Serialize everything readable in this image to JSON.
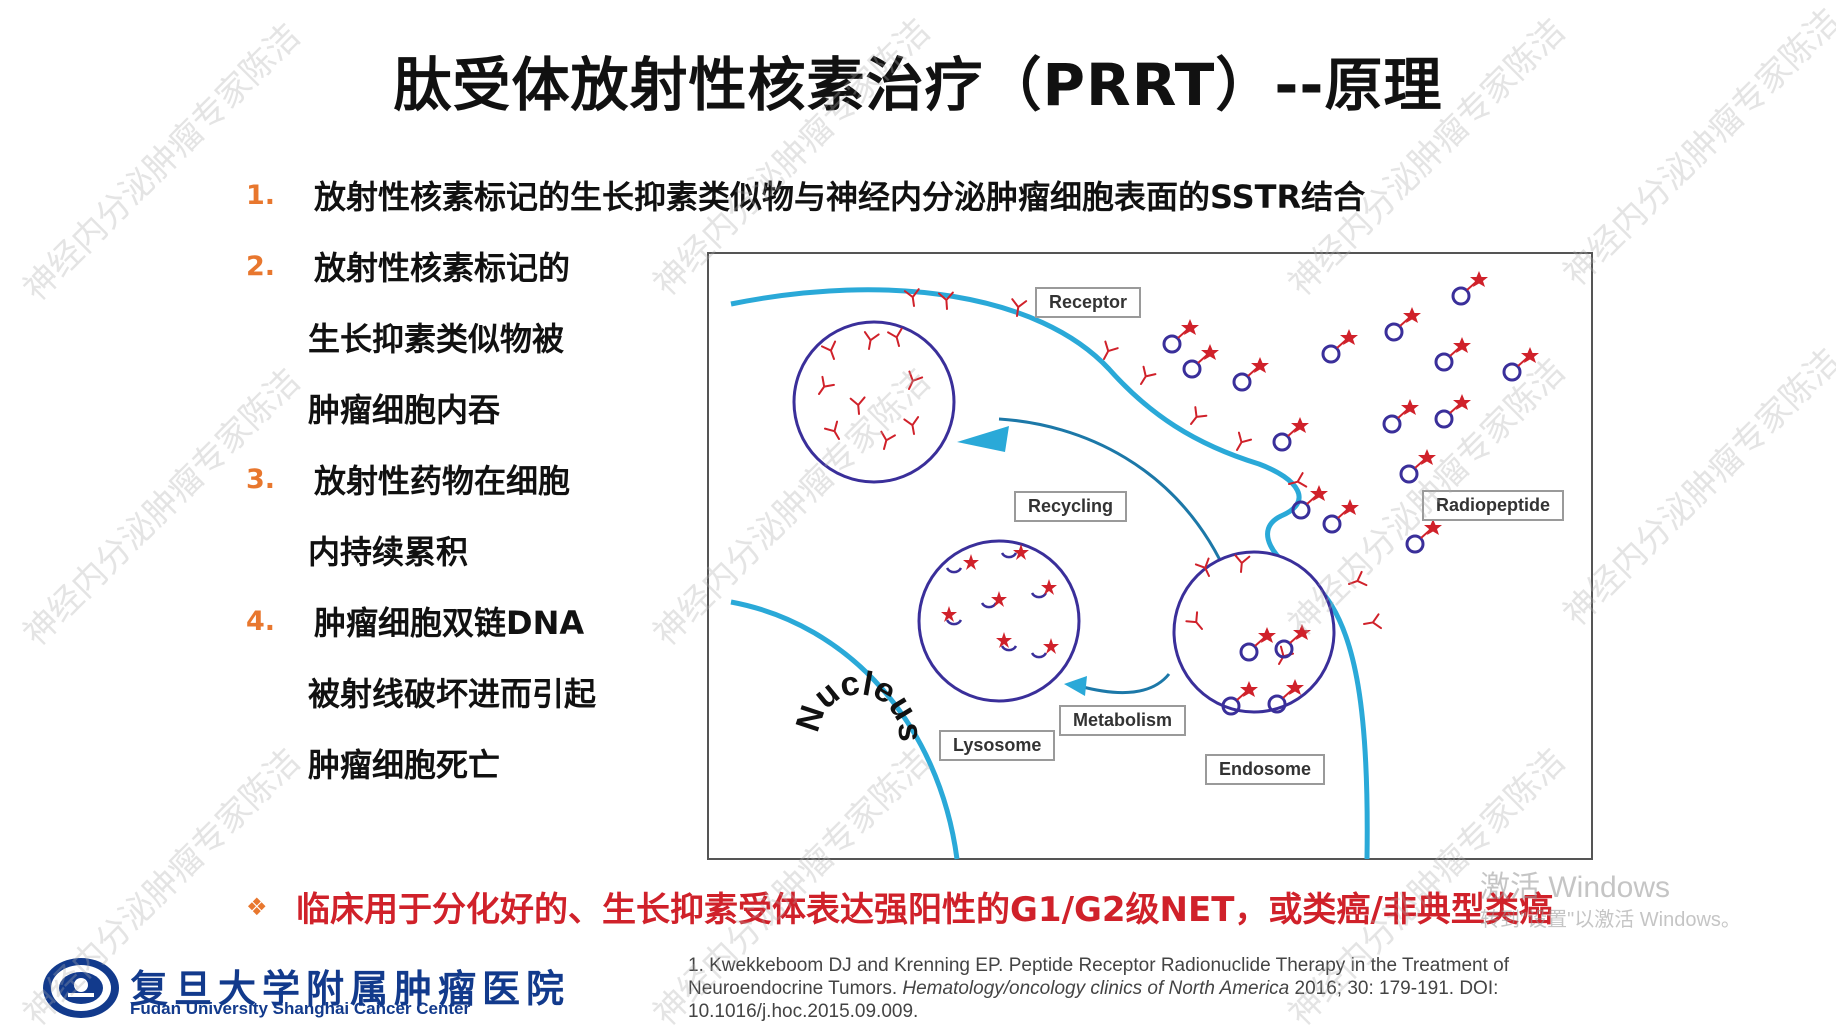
{
  "title": "肽受体放射性核素治疗（PRRT）--原理",
  "points": [
    {
      "num": "1.",
      "lines": [
        "放射性核素标记的生长抑素类似物与神经内分泌肿瘤细胞表面的SSTR结合"
      ]
    },
    {
      "num": "2.",
      "lines": [
        "放射性核素标记的",
        "生长抑素类似物被",
        "肿瘤细胞内吞"
      ]
    },
    {
      "num": "3.",
      "lines": [
        "放射性药物在细胞",
        "内持续累积"
      ]
    },
    {
      "num": "4.",
      "lines": [
        "肿瘤细胞双链DNA",
        "被射线破坏进而引起",
        "肿瘤细胞死亡"
      ]
    }
  ],
  "diagram": {
    "labels": {
      "receptor": "Receptor",
      "recycling": "Recycling",
      "radiopeptide": "Radiopeptide",
      "metabolism": "Metabolism",
      "lysosome": "Lysosome",
      "endosome": "Endosome",
      "nucleus": "Nucleus"
    },
    "colors": {
      "membrane": "#2aa9d8",
      "receptor": "#d0212a",
      "vesicle": "#3a2f9a",
      "star": "#d0212a"
    }
  },
  "bullet": {
    "icon": "diamond-bullet-icon",
    "text": "临床用于分化好的、生长抑素受体表达强阳性的G1/G2级NET，或类癌/非典型类癌"
  },
  "hospital": {
    "name_cn": "复旦大学附属肿瘤医院",
    "name_en": "Fudan University Shanghai Cancer Center"
  },
  "reference": {
    "prefix": "1. Kwekkeboom DJ and Krenning EP. Peptide Receptor Radionuclide Therapy in the Treatment of Neuroendocrine Tumors. ",
    "journal": "Hematology/oncology clinics of North America",
    "suffix": " 2016; 30: 179-191. DOI: 10.1016/j.hoc.2015.09.009."
  },
  "watermark_text": "神经内分泌肿瘤专家陈洁",
  "os_watermark": {
    "line1": "激活 Windows",
    "line2": "转到\"设置\"以激活 Windows。"
  }
}
